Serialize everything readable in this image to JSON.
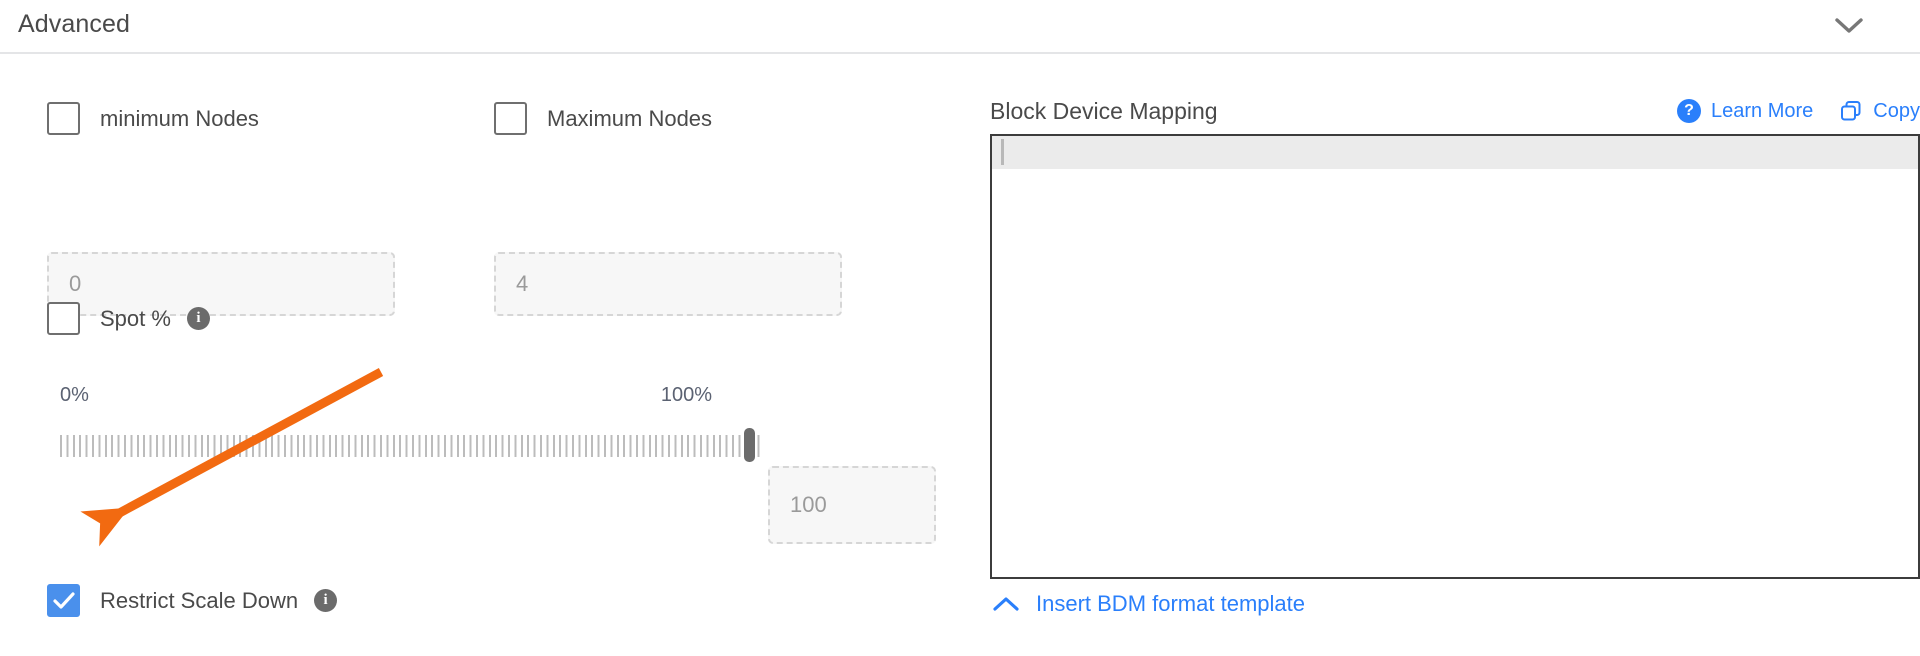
{
  "section": {
    "title": "Advanced",
    "collapse_icon": "chevron-down-icon"
  },
  "left_panel": {
    "min_nodes": {
      "checkbox_label": "minimum Nodes",
      "checked": false,
      "input_value": "0"
    },
    "max_nodes": {
      "checkbox_label": "Maximum Nodes",
      "checked": false,
      "input_value": "4"
    },
    "spot": {
      "checkbox_label": "Spot %",
      "checked": false,
      "info_glyph": "i"
    },
    "slider": {
      "min_label": "0%",
      "max_label": "100%",
      "value": "100",
      "value_input": "100",
      "handle_position_percent": 100
    },
    "restrict_scale_down": {
      "checkbox_label": "Restrict Scale Down",
      "checked": true,
      "info_glyph": "i",
      "check_glyph": "✓"
    }
  },
  "right_panel": {
    "title": "Block Device Mapping",
    "learn_more_label": "Learn More",
    "copy_label": "Copy",
    "help_glyph": "?",
    "editor_content": "",
    "insert_template_label": "Insert BDM format template"
  },
  "colors": {
    "accent_blue": "#2a7ffb",
    "checkbox_blue": "#4a90ec",
    "annotation_orange": "#f26a11",
    "text_gray": "#4a4a4a",
    "placeholder_gray": "#9a9a9a",
    "border_gray": "#d6d6d6"
  },
  "annotation": {
    "type": "arrow",
    "points_to": "restrict-scale-down-checkbox"
  }
}
